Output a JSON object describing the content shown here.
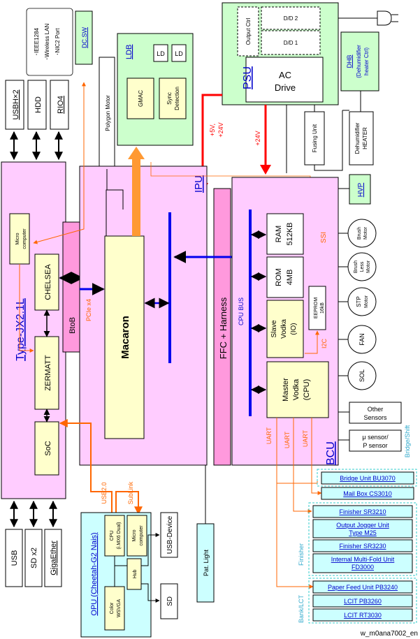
{
  "labels": {
    "top_bullets": [
      "･IEEE1284",
      "･Wireless LAN",
      "･NIC2 Port"
    ],
    "dcsw": "DC.SW",
    "usbh": "USBH×2",
    "hdd": "HDD",
    "rio4": "RIO4",
    "polygon_motor": "Polygon Motor",
    "ldb": "LDB",
    "ld": "LD",
    "gmac": "GMAC",
    "sync": "Sync",
    "detection": "Detection",
    "output_ctrl": "Output Ctrl",
    "dd2": "D/D 2",
    "dd1": "D/D 1",
    "psu": "PSU",
    "ac": "AC",
    "drive": "Drive",
    "dhb": "DHB",
    "dehum_heater_ctrl_1": "(Dehumidifier",
    "dehum_heater_ctrl_2": "heater Ctrl)",
    "dehum_1": "Dehumidifier",
    "dehum_2": "HEATER",
    "fusing_unit": "Fusing Unit",
    "plus5v": "+5V,",
    "plus24v_a": "+24V",
    "plus24v_b": "+24V",
    "type_jx": "Type-JX2.1L",
    "micro_1": "Micro",
    "micro_2": "computer",
    "chelsea": "CHELSEA",
    "zermatt": "ZERMATT",
    "soc": "SoC",
    "btob": "BtoB",
    "pcie": "PCIe x4",
    "ipu": "IPU",
    "macaron": "Macaron",
    "ffc": "FFC + Harness",
    "hvp": "HVP",
    "cpu_bus": "CPU BUS",
    "ram_1": "RAM",
    "ram_2": "512KB",
    "rom_1": "ROM",
    "rom_2": "4MB",
    "ssi": "SSI",
    "slave_1": "Slave",
    "slave_2": "Vodka",
    "slave_3": "(IO)",
    "eeprom_1": "EEPROM",
    "eeprom_2": "16kB",
    "i2c": "I2C",
    "master_1": "Master",
    "master_2": "Vodka",
    "master_3": "(CPU)",
    "bcu": "BCU",
    "brush_1": "Brush",
    "brush_2": "Motor",
    "bl_1": "Brush",
    "bl_2": "Less",
    "bl_3": "Motor",
    "stp_1": "STP",
    "stp_2": "Motor",
    "fan": "FAN",
    "sol": "SOL",
    "other_1": "Other",
    "other_2": "Sensors",
    "usensor_1": "μ sensor/",
    "usensor_2": "P sensor",
    "uart": "UART",
    "usb": "USB",
    "sdx2": "SD x2",
    "gigaether": "GigaEther",
    "usb20": "USB2.0",
    "sublink": "SubLink",
    "opu": "OPU (Cheetah-G2 Nais)",
    "cpu_imx_1": "CPU",
    "cpu_imx_2": "(i.MX6 Dual)",
    "hub": "Hub",
    "color_1": "Color",
    "color_2": "WSVGA",
    "usb_device": "USB-Device",
    "sd": "SD",
    "pat_light": "Pat. Light",
    "bridge_shift": "Bridge/Shift",
    "bridge_unit": "Bridge Unit BU3070",
    "mail_box": "Mail Box CS3010",
    "finisher_sr3210": "Finisher SR3210",
    "ojog_1": "Output Jogger Unit",
    "ojog_2": "Type M25",
    "finisher_sr3230": "Finisher SR3230",
    "imf_1": "Internal Multi-Fold Unit",
    "imf_2": "FD3000",
    "finisher": "Finisher",
    "pfu": "Paper Feed Unit PB3240",
    "lcit1": "LCIT PB3260",
    "lcit2": "LCIT RT3030",
    "bank_lct": "Bank/LCT",
    "watermark": "w_m0ana7002_en"
  },
  "colors": {
    "pink": "#ffccff",
    "pink_dark": "#ff99dd",
    "yellow": "#ffffcc",
    "green": "#ccffcc",
    "cyan": "#ccffff",
    "blue_text": "#0000cc",
    "blue_arrow": "#0000ee",
    "orange": "#ff6600",
    "orange_bar": "#ff9933",
    "red": "#ff0000",
    "teal": "#33cccc"
  }
}
